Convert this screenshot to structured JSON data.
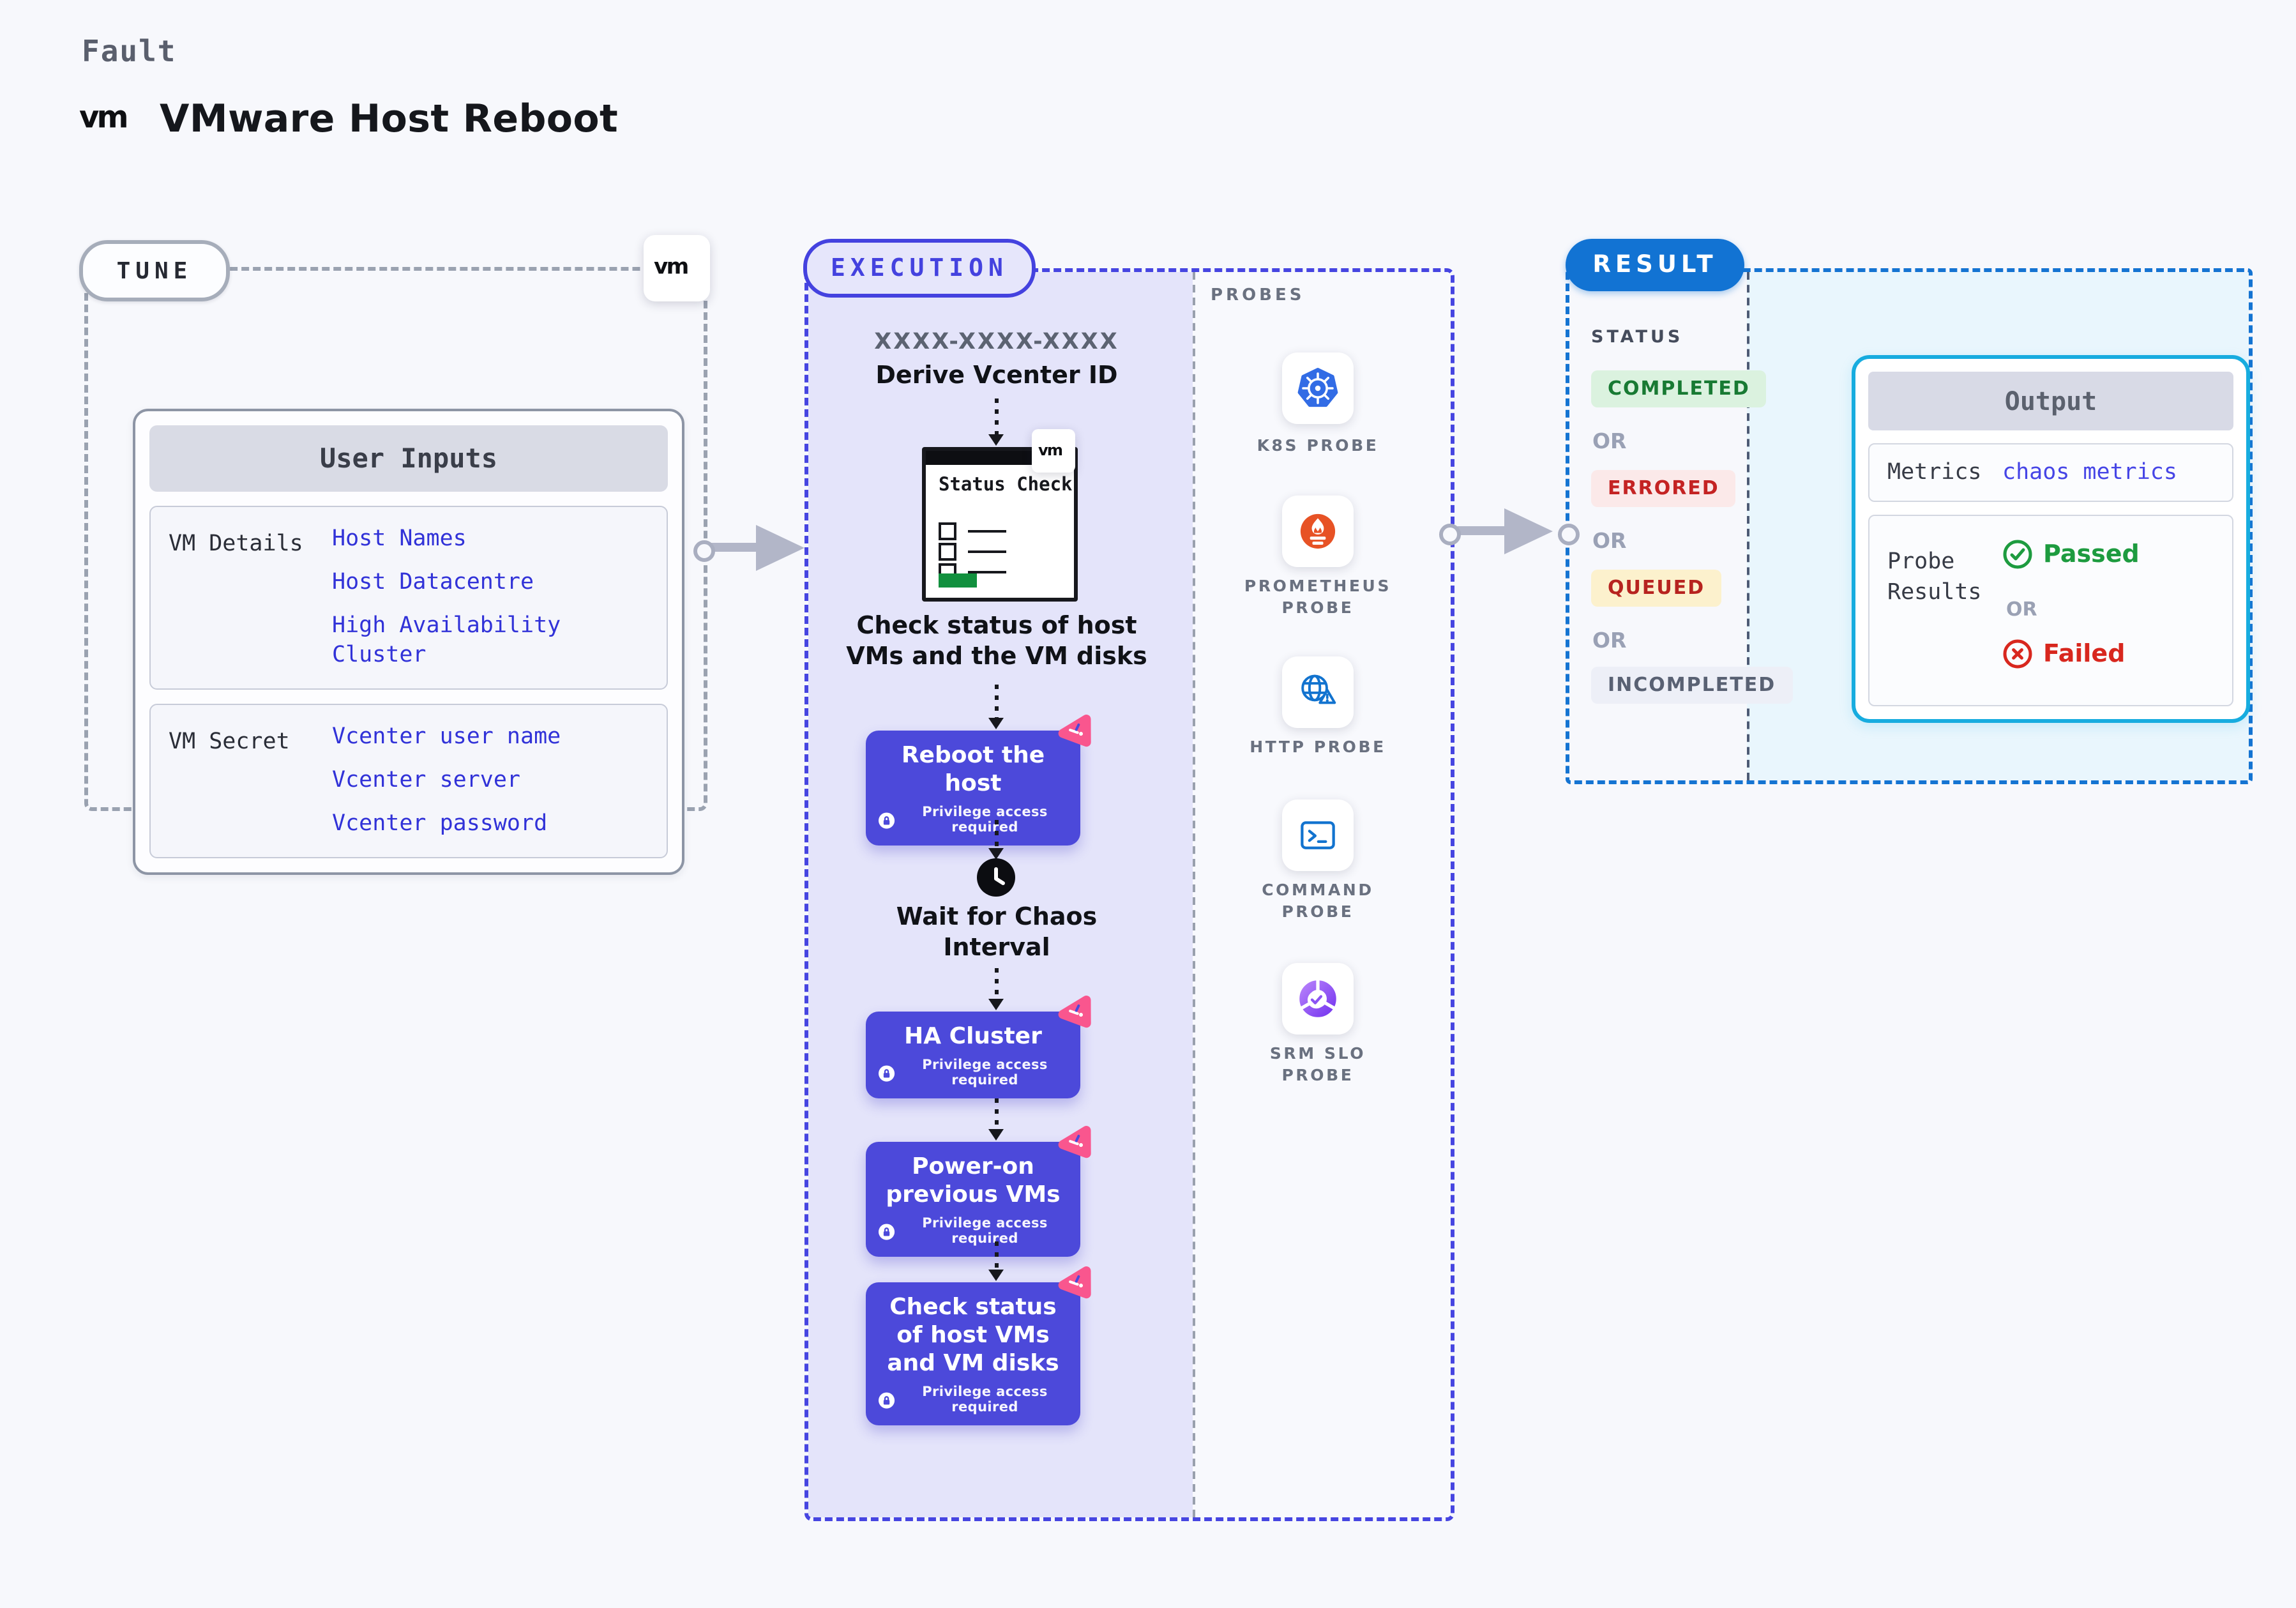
{
  "page": {
    "fault_label": "Fault",
    "title": "VMware Host Reboot"
  },
  "tune": {
    "pill_label": "TUNE",
    "user_inputs": {
      "header": "User Inputs",
      "rows": [
        {
          "label": "VM Details",
          "links": [
            "Host Names",
            "Host Datacentre",
            "High Availability Cluster"
          ]
        },
        {
          "label": "VM Secret",
          "links": [
            "Vcenter user name",
            "Vcenter server",
            "Vcenter password"
          ]
        }
      ]
    }
  },
  "execution": {
    "pill_label": "EXECUTION",
    "vcenter_code": "XXXX-XXXX-XXXX",
    "derive_label": "Derive Vcenter ID",
    "status_window_title": "Status Check",
    "caption": "Check status of host VMs and the VM disks",
    "privilege_label": "Privilege access required",
    "wait_label": "Wait for Chaos Interval",
    "steps": [
      {
        "title": "Reboot the host"
      },
      {
        "title": "HA Cluster"
      },
      {
        "title": "Power-on previous VMs"
      },
      {
        "title": "Check status of host VMs and VM disks"
      }
    ]
  },
  "probes": {
    "header": "PROBES",
    "items": [
      {
        "label": "K8S PROBE",
        "icon": "kubernetes-icon"
      },
      {
        "label": "PROMETHEUS PROBE",
        "icon": "prometheus-icon"
      },
      {
        "label": "HTTP PROBE",
        "icon": "http-globe-warning-icon"
      },
      {
        "label": "COMMAND PROBE",
        "icon": "terminal-icon"
      },
      {
        "label": "SRM SLO PROBE",
        "icon": "slo-donut-check-icon"
      }
    ]
  },
  "result": {
    "pill_label": "RESULT",
    "status_header": "STATUS",
    "or_label": "OR",
    "statuses": [
      {
        "label": "COMPLETED",
        "kind": "completed",
        "bg": "#dbf2df",
        "color": "#187a33"
      },
      {
        "label": "ERRORED",
        "kind": "errored",
        "bg": "#fbe9e9",
        "color": "#c42323"
      },
      {
        "label": "QUEUED",
        "kind": "queued",
        "bg": "#fcf1cd",
        "color": "#b7231f"
      },
      {
        "label": "INCOMPLETED",
        "kind": "incompleted",
        "bg": "#edeff7",
        "color": "#596173"
      }
    ],
    "output": {
      "header": "Output",
      "metrics_label": "Metrics",
      "metrics_value": "chaos metrics",
      "probe_results_label": "Probe Results",
      "passed_label": "Passed",
      "failed_label": "Failed"
    }
  },
  "colors": {
    "page_bg": "#f7f8fc",
    "execution_accent": "#4442df",
    "execution_panel": "#e4e4fa",
    "step_button": "#4c49da",
    "result_accent": "#1273d3",
    "output_border": "#17acdf",
    "output_panel_bg": "#e9f6fd",
    "link_blue": "#3132d8",
    "passed_green": "#1d9b3f",
    "failed_red": "#d8271e",
    "pink_badge": "#f9568e",
    "kubernetes_blue": "#326ce5",
    "prometheus_orange": "#e75225"
  }
}
